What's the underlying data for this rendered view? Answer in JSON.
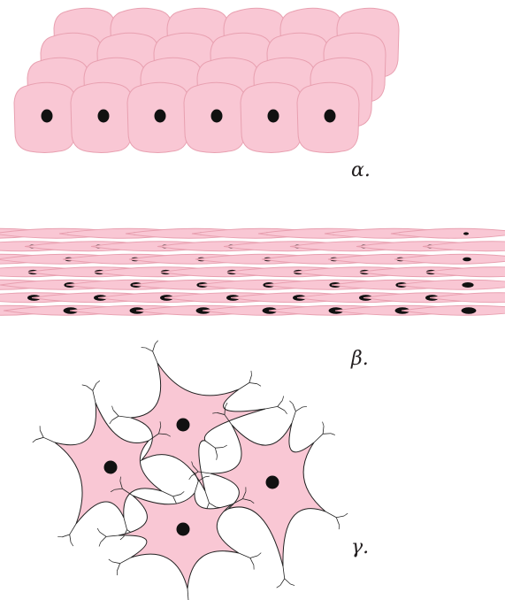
{
  "panels": [
    {
      "id": "alpha",
      "label": "α.",
      "tissue": "cuboidal-cells",
      "rows": 4,
      "columns": 6
    },
    {
      "id": "beta",
      "label": "β.",
      "tissue": "spindle-cells",
      "rows": 7,
      "columns": 7
    },
    {
      "id": "gamma",
      "label": "γ.",
      "tissue": "stellate-branched-cells",
      "cells": 4
    }
  ],
  "colors": {
    "cell_fill": "#f9c7d4",
    "cell_stroke": "#e8a0b0",
    "nucleus": "#111111",
    "process_line": "#222222",
    "label": "#231f20"
  }
}
